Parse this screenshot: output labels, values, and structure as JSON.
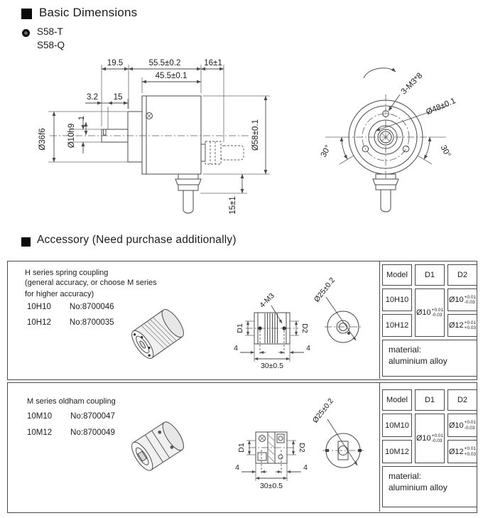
{
  "header": {
    "basic_title": "Basic Dimensions",
    "model_line1": "S58-T",
    "model_line2": "S58-Q",
    "accessory_title": "Accessory (Need purchase additionally)"
  },
  "side_view": {
    "dim_shaft_len": "19.5",
    "dim_body_len": "55.5±0.2",
    "dim_rear": "16±1",
    "dim_body_inner": "45.5±0.1",
    "dim_groove_pos": "3.2",
    "dim_shaft_mid": "15",
    "dim_groove_w": "1",
    "dim_shaft_dia": "Ø10h9",
    "dim_collar_dia": "Ø36f6",
    "dim_body_dia": "Ø58±0.1",
    "dim_gland": "15±1"
  },
  "front_view": {
    "dim_screws": "3-M3*8",
    "dim_bolt_circle": "Ø48±0.1",
    "dim_angle_left": "30°",
    "dim_angle_right": "30°"
  },
  "coupling": {
    "dim_screws": "4-M3",
    "dim_d1": "D1",
    "dim_d2": "D2",
    "dim_4_left": "4",
    "dim_4_right": "4",
    "dim_width": "30±0.5",
    "dim_outer": "Ø25±0.2"
  },
  "spring_box": {
    "title_line1": "H series spring coupling",
    "title_line2": "(general accuracy, or choose M series",
    "title_line3": "for higher accuracy)",
    "item1_model": "10H10",
    "item1_no": "No:8700046",
    "item2_model": "10H12",
    "item2_no": "No:8700035",
    "table": {
      "col_model": "Model",
      "col_d1": "D1",
      "col_d2": "D2",
      "row1_model": "10H10",
      "row2_model": "10H12",
      "d1_main": "Ø10",
      "d1_sup": "+0.01",
      "d1_sub": "-0.03",
      "d2r1_main": "Ø10",
      "d2r1_sup": "+0.01",
      "d2r1_sub": "-0.03",
      "d2r2_main": "Ø12",
      "d2r2_sup": "+0.01",
      "d2r2_sub": "+0.03",
      "material_label": "material:",
      "material_value": "aluminium alloy"
    }
  },
  "oldham_box": {
    "title_line1": "M series oldham coupling",
    "item1_model": "10M10",
    "item1_no": "No:8700047",
    "item2_model": "10M12",
    "item2_no": "No:8700049",
    "table": {
      "col_model": "Model",
      "col_d1": "D1",
      "col_d2": "D2",
      "row1_model": "10M10",
      "row2_model": "10M12",
      "d1_main": "Ø10",
      "d1_sup": "+0.01",
      "d1_sub": "-0.03",
      "d2r1_main": "Ø10",
      "d2r1_sup": "+0.01",
      "d2r1_sub": "-0.03",
      "d2r2_main": "Ø12",
      "d2r2_sup": "+0.01",
      "d2r2_sub": "+0.03",
      "material_label": "material:",
      "material_value": "aluminium alloy"
    }
  }
}
